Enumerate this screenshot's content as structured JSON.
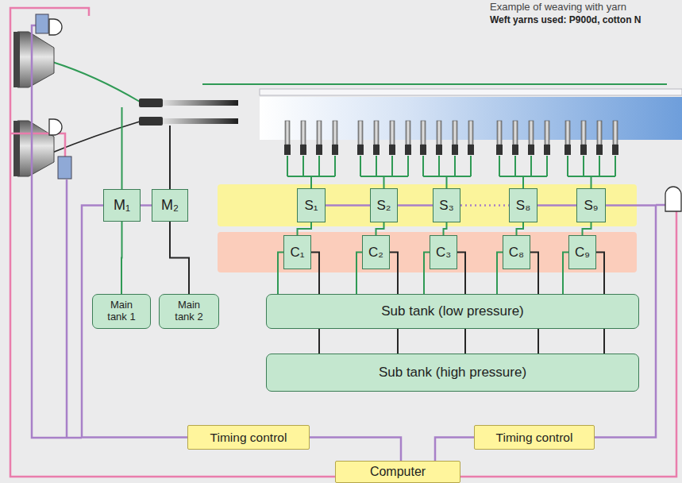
{
  "diagram": {
    "nodes": [
      {
        "text": [
          "M₁"
        ]
      },
      {
        "text": [
          "M₂"
        ]
      },
      {
        "text": [
          "S₁"
        ]
      },
      {
        "text": [
          "S₂"
        ]
      },
      {
        "text": [
          "S₃"
        ]
      },
      {
        "text": [
          "S₈"
        ]
      },
      {
        "text": [
          "S₉"
        ]
      },
      {
        "text": [
          "C₁"
        ]
      },
      {
        "text": [
          "C₂"
        ]
      },
      {
        "text": [
          "C₃"
        ]
      },
      {
        "text": [
          "C₈"
        ]
      },
      {
        "text": [
          "C₉"
        ]
      },
      {
        "text": [
          "Main tank 1"
        ]
      },
      {
        "text": [
          "Main tank 2"
        ]
      },
      {
        "text": [
          "Sub tank (low pressure)"
        ]
      },
      {
        "text": [
          "Sub tank (high pressure)"
        ]
      },
      {
        "text": [
          "Timing control"
        ]
      },
      {
        "text": [
          "Timing control"
        ]
      },
      {
        "text": [
          "Computer"
        ]
      }
    ],
    "edges": [
      {
        "from": 0,
        "to": 1,
        "arrow": "none"
      },
      {
        "from": 0,
        "to": 12,
        "arrow": "none"
      },
      {
        "from": 1,
        "to": 13,
        "arrow": "none"
      },
      {
        "from": 2,
        "to": 3,
        "arrow": "none"
      },
      {
        "from": 3,
        "to": 4,
        "arrow": "none"
      },
      {
        "from": 4,
        "to": 5,
        "arrow": "none"
      },
      {
        "from": 5,
        "to": 6,
        "arrow": "none"
      },
      {
        "from": 2,
        "to": 7,
        "arrow": "none"
      },
      {
        "from": 3,
        "to": 8,
        "arrow": "none"
      },
      {
        "from": 4,
        "to": 9,
        "arrow": "none"
      },
      {
        "from": 5,
        "to": 10,
        "arrow": "none"
      },
      {
        "from": 6,
        "to": 11,
        "arrow": "none"
      },
      {
        "from": 7,
        "to": 14,
        "arrow": "none"
      },
      {
        "from": 8,
        "to": 14,
        "arrow": "none"
      },
      {
        "from": 9,
        "to": 14,
        "arrow": "none"
      },
      {
        "from": 10,
        "to": 14,
        "arrow": "none"
      },
      {
        "from": 11,
        "to": 14,
        "arrow": "none"
      },
      {
        "from": 7,
        "to": 15,
        "arrow": "none"
      },
      {
        "from": 8,
        "to": 15,
        "arrow": "none"
      },
      {
        "from": 9,
        "to": 15,
        "arrow": "none"
      },
      {
        "from": 10,
        "to": 15,
        "arrow": "none"
      },
      {
        "from": 11,
        "to": 15,
        "arrow": "none"
      },
      {
        "from": 0,
        "to": 16,
        "arrow": "none"
      },
      {
        "from": 6,
        "to": 17,
        "arrow": "none"
      },
      {
        "from": 16,
        "to": 18,
        "arrow": "none"
      },
      {
        "from": 17,
        "to": 18,
        "arrow": "none"
      }
    ],
    "labels": [
      "Example of weaving with yarn",
      "Weft yarns used: P900d, cotton N"
    ]
  }
}
